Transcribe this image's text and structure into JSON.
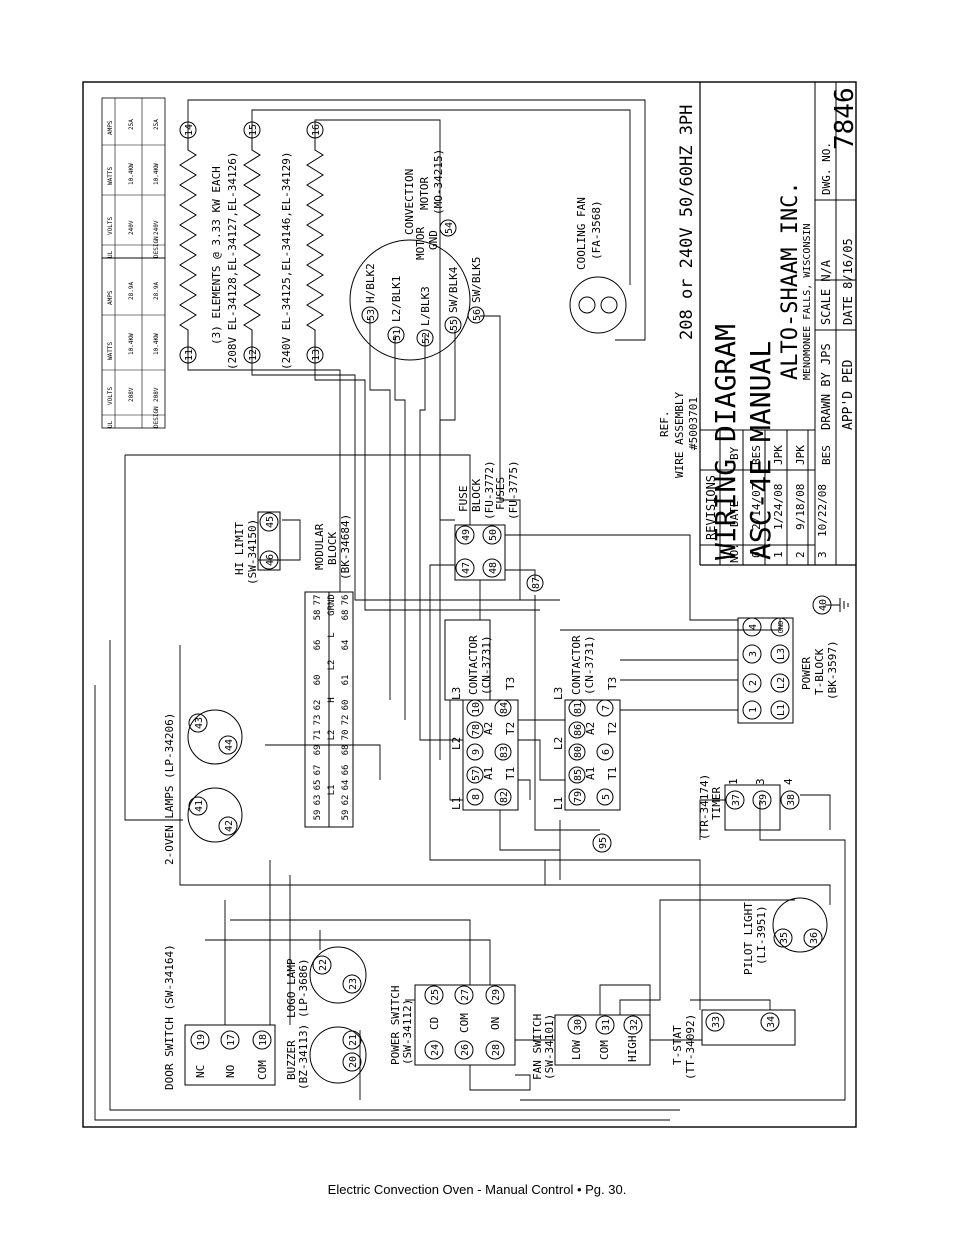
{
  "title_block": {
    "line1": "WIRING DIAGRAM",
    "line2": "ASC-4E MANUAL",
    "voltage": "208 or 240V 50/60HZ 3PH",
    "ref": "REF.",
    "wire_assembly": "WIRE ASSEMBLY",
    "wire_assembly_no": "#5003701",
    "company": "ALTO-SHAAM INC.",
    "location": "MENOMONEE FALLS, WISCONSIN",
    "drawn_by": "DRAWN BY JPS",
    "scale": "SCALE N/A",
    "dwg_no_label": "DWG. NO.",
    "dwg_no": "7846",
    "appd": "APP'D PED",
    "date": "DATE 8/16/05"
  },
  "revisions": {
    "title": "REVISIONS",
    "headers": [
      "NO.",
      "DATE",
      "BY"
    ],
    "rows": [
      [
        "0",
        "2/14/07",
        "BES"
      ],
      [
        "1",
        "1/24/08",
        "JPK"
      ],
      [
        "2",
        "9/18/08",
        "JPK"
      ],
      [
        "3",
        "10/22/08",
        "BES"
      ]
    ]
  },
  "rating_tables": [
    {
      "headers": [
        "VOLTS",
        "WATTS",
        "AMPS"
      ],
      "rows": [
        [
          "208V",
          "10.4KW",
          "28.9A"
        ],
        [
          "208V",
          "10.4KW",
          "28.9A"
        ]
      ],
      "side_labels": [
        "UL",
        "DESIGN"
      ]
    },
    {
      "headers": [
        "VOLTS",
        "WATTS",
        "AMPS"
      ],
      "rows": [
        [
          "240V",
          "10.4KW",
          "25A"
        ],
        [
          "240V",
          "10.4KW",
          "25A"
        ]
      ],
      "side_labels": [
        "UL",
        "DESIGN"
      ]
    }
  ],
  "labels": {
    "elements": "(3) ELEMENTS @ 3.33 KW EACH",
    "elements_208": "(208V EL-34128,EL-34127,EL-34126)",
    "elements_240": "(240V EL-34125,EL-34146,EL-34129)",
    "motor": "CONVECTION",
    "motor2": "MOTOR",
    "motor_pn": "(MO-34215)",
    "cooling_fan": "COOLING FAN",
    "cooling_fan_pn": "(FA-3568)",
    "fuse_block": "FUSE",
    "fuse_block2": "BLOCK",
    "fuse_block_pn": "(FU-3772)",
    "fuses": "FUSES",
    "fuses_pn": "(FU-3775)",
    "hi_limit": "HI LIMIT",
    "hi_limit_pn": "(SW-34150)",
    "modular_block": "MODULAR",
    "modular_block2": "BLOCK",
    "modular_block_pn": "(BK-34684)",
    "contactor": "CONTACTOR",
    "contactor_pn": "(CN-3731)",
    "power_tblock": "POWER",
    "power_tblock2": "T-BLOCK",
    "power_tblock_pn": "(BK-3597)",
    "timer": "TIMER",
    "timer_pn": "(TR-34174)",
    "pilot_light": "PILOT LIGHT",
    "pilot_light_pn": "(LI-3951)",
    "tstat": "T-STAT",
    "tstat_pn": "(TT-34092)",
    "fan_switch": "FAN SWITCH",
    "fan_switch_pn": "(SW-34101)",
    "power_switch": "POWER SWITCH",
    "power_switch_pn": "(SW-34112)",
    "buzzer": "BUZZER",
    "buzzer_pn": "(BZ-34113)",
    "logo_lamp": "LOGO LAMP",
    "logo_lamp_pn": "(LP-3686)",
    "door_switch": "DOOR SWITCH (SW-34164)",
    "oven_lamps": "2-OVEN LAMPS (LP-34206)",
    "wire_h": "H/BLK2",
    "wire_l2": "L2/BLK1",
    "wire_l": "L/BLK3",
    "wire_sw4": "SW/BLK4",
    "wire_sw5": "SW/BLK5",
    "motor_gnd": "MOTOR",
    "motor_gnd2": "GND",
    "nc": "NC",
    "no": "NO",
    "com": "COM",
    "cd": "CD",
    "on": "ON",
    "low": "LOW",
    "high": "HIGH",
    "l1": "L1",
    "l2": "L2",
    "l3": "L3",
    "t1": "T1",
    "t2": "T2",
    "t3": "T3",
    "a1": "A1",
    "a2": "A2",
    "h": "H",
    "l": "L",
    "grnd": "GRND",
    "gnd": "GND",
    "t1_1": "1",
    "t1_3": "3",
    "t1_4": "4"
  },
  "terminals": {
    "n11": "11",
    "n12": "12",
    "n13": "13",
    "n14": "14",
    "n15": "15",
    "n16": "16",
    "n53": "53",
    "n51": "51",
    "n52": "52",
    "n55": "55",
    "n56": "56",
    "n54": "54",
    "n49": "49",
    "n50": "50",
    "n47": "47",
    "n48": "48",
    "n87": "87",
    "n45": "45",
    "n46": "46",
    "n40": "40",
    "n8": "8",
    "n57": "57",
    "n9": "9",
    "n78": "78",
    "n10": "10",
    "n82": "82",
    "n83": "83",
    "n84": "84",
    "n79": "79",
    "n85": "85",
    "n80": "80",
    "n86": "86",
    "n81": "81",
    "n5": "5",
    "n6": "6",
    "n7": "7",
    "tb1": "1",
    "tb2": "2",
    "tb3": "3",
    "tb4": "4",
    "tbL1": "L1",
    "tbL2": "L2",
    "tbL3": "L3",
    "n37": "37",
    "n39": "39",
    "n38": "38",
    "n95": "95",
    "n43": "43",
    "n44": "44",
    "n41": "41",
    "n42": "42",
    "n35": "35",
    "n36": "36",
    "n33": "33",
    "n34": "34",
    "n30": "30",
    "n31": "31",
    "n32": "32",
    "n24": "24",
    "n25": "25",
    "n26": "26",
    "n27": "27",
    "n28": "28",
    "n29": "29",
    "n22": "22",
    "n23": "23",
    "n20": "20",
    "n21": "21",
    "n19": "19",
    "n17": "17",
    "n18": "18"
  },
  "mod_block": {
    "row1": [
      "59",
      "63",
      "65",
      "67",
      "69",
      "71",
      "73",
      "62",
      "60",
      "66",
      "58",
      "77"
    ],
    "row2": [
      "59",
      "62",
      "64",
      "66",
      "68",
      "70",
      "72",
      "60",
      "61",
      "64",
      "68",
      "76"
    ]
  },
  "footer": "Electric Convection Oven - Manual Control  •  Pg. 30."
}
